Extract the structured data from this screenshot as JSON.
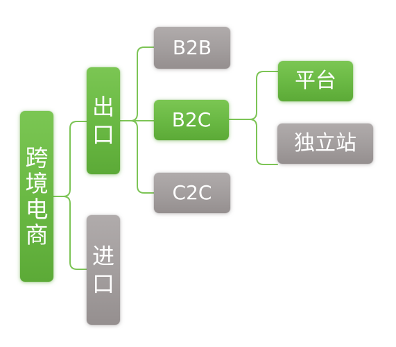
{
  "colors": {
    "green": "#69b843",
    "grey": "#a29d9d",
    "connector": "#7cc455",
    "text": "#ffffff"
  },
  "root": {
    "chars": [
      "跨",
      "境",
      "电",
      "商"
    ],
    "color": "green"
  },
  "branches": [
    {
      "chars": [
        "出",
        "口"
      ],
      "color": "green",
      "children": [
        {
          "label": "B2B",
          "color": "grey"
        },
        {
          "label": "B2C",
          "color": "green",
          "children": [
            {
              "label": "平台",
              "color": "green"
            },
            {
              "label": "独立站",
              "color": "grey"
            }
          ]
        },
        {
          "label": "C2C",
          "color": "grey"
        }
      ]
    },
    {
      "chars": [
        "进",
        "口"
      ],
      "color": "grey"
    }
  ]
}
